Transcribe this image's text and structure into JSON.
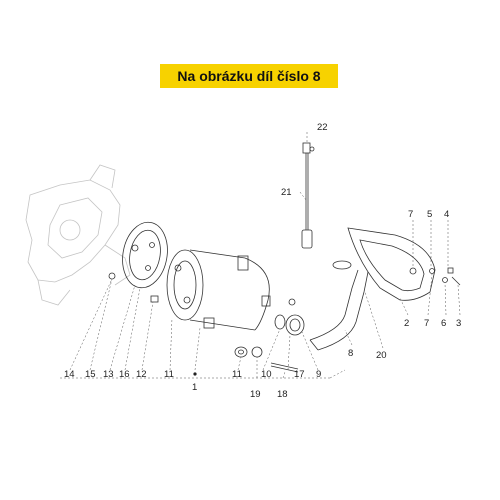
{
  "banner": {
    "text": "Na obrázku díl číslo 8",
    "bg_color": "#f7d200"
  },
  "labels": {
    "p1": "1",
    "p2": "2",
    "p3": "3",
    "p4": "4",
    "p5": "5",
    "p6": "6",
    "p7a": "7",
    "p7b": "7",
    "p8": "8",
    "p9": "9",
    "p10": "10",
    "p11a": "11",
    "p11b": "11",
    "p12": "12",
    "p13": "13",
    "p14": "14",
    "p15": "15",
    "p16": "16",
    "p17": "17",
    "p18": "18",
    "p19": "19",
    "p20": "20",
    "p21": "21",
    "p22": "22"
  },
  "colors": {
    "line": "#333333",
    "ghost": "#c4c4c4",
    "highlight": "#f7d200"
  }
}
